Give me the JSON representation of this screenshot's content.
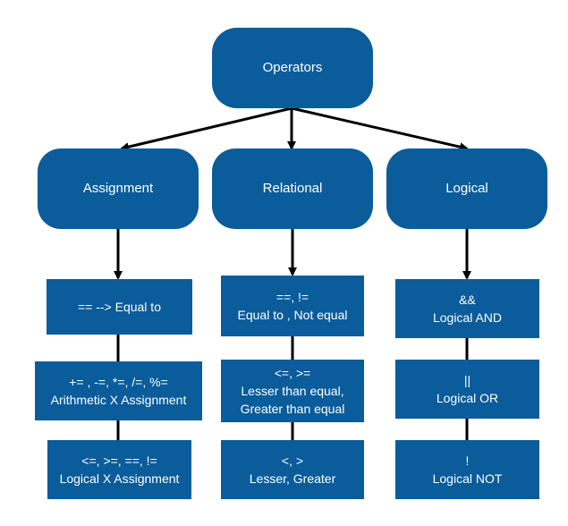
{
  "colors": {
    "node_fill": "#0a5c9a",
    "node_text": "#ffffff",
    "connector": "#000000"
  },
  "root": {
    "label": "Operators"
  },
  "categories": [
    {
      "label": "Assignment",
      "items": [
        {
          "lines": [
            "== --> Equal to"
          ]
        },
        {
          "lines": [
            "+= , -=, *=, /=, %=",
            "Arithmetic X Assignment"
          ]
        },
        {
          "lines": [
            "<=, >=, ==, !=",
            "Logical X Assignment"
          ]
        }
      ]
    },
    {
      "label": "Relational",
      "items": [
        {
          "lines": [
            "==, !=",
            "Equal to , Not equal"
          ]
        },
        {
          "lines": [
            "<=, >=",
            "Lesser than equal,",
            "Greater than equal"
          ]
        },
        {
          "lines": [
            "<, >",
            "Lesser, Greater"
          ]
        }
      ]
    },
    {
      "label": "Logical",
      "items": [
        {
          "lines": [
            "&&",
            "Logical AND"
          ]
        },
        {
          "lines": [
            "||",
            "Logical OR"
          ]
        },
        {
          "lines": [
            "!",
            "Logical NOT"
          ]
        }
      ]
    }
  ]
}
